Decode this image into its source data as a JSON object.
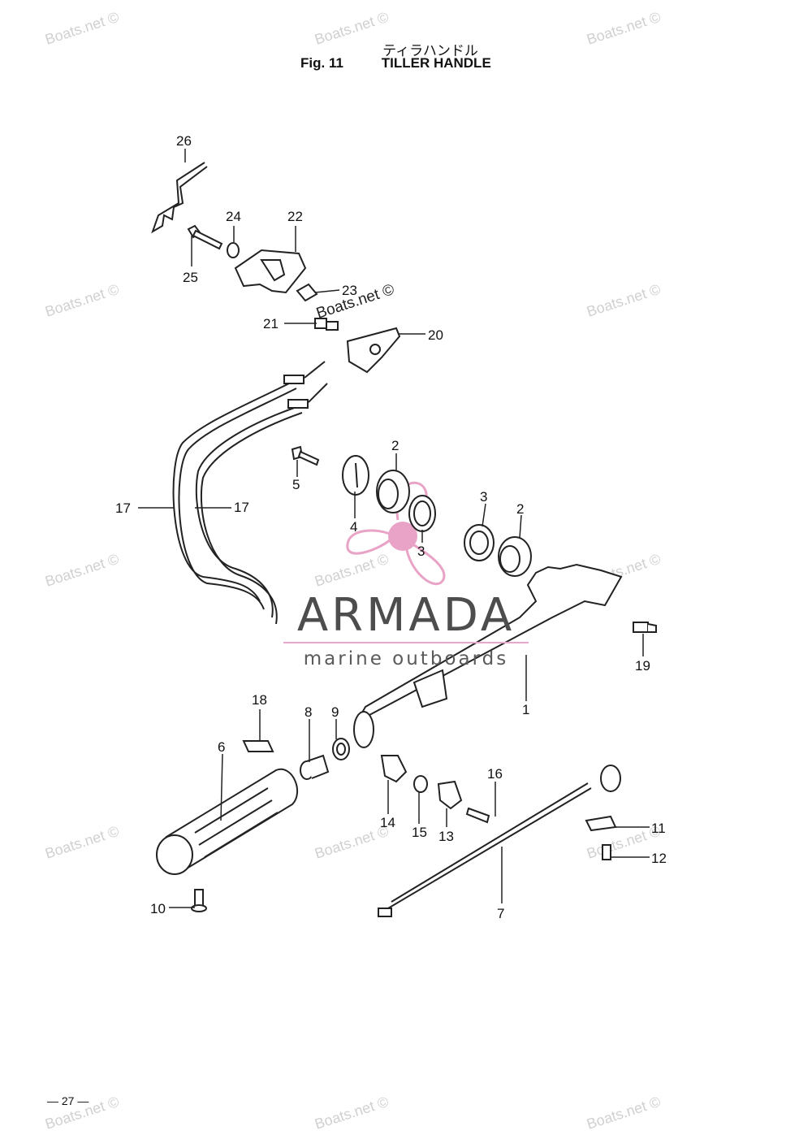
{
  "header": {
    "title_jp": "ティラハンドル",
    "fig_label": "Fig. 11",
    "title_en": "TILLER HANDLE"
  },
  "callouts": [
    "1",
    "2",
    "2",
    "3",
    "3",
    "4",
    "5",
    "6",
    "7",
    "8",
    "9",
    "10",
    "11",
    "12",
    "13",
    "14",
    "15",
    "16",
    "17",
    "17",
    "18",
    "19",
    "20",
    "21",
    "22",
    "23",
    "24",
    "25",
    "26"
  ],
  "watermark": {
    "text": "Boats.net ©",
    "brand_name": "ARMADA",
    "brand_tagline": "marine outboards",
    "brand_colors": {
      "pink": "#e8a3c6",
      "grey": "#4d4d4d"
    }
  },
  "footer": {
    "page_number": "— 27 —"
  }
}
